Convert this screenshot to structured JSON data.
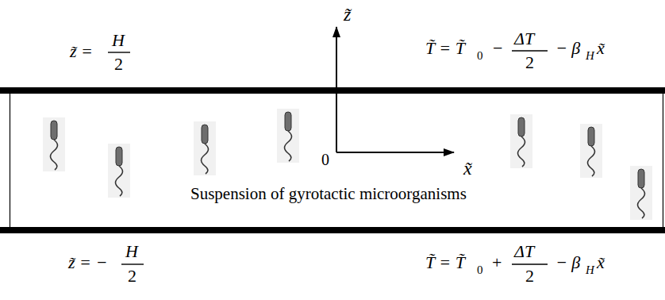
{
  "diagram": {
    "labels": [
      "z̃",
      "z̃ =",
      "H",
      "2",
      "T̃ = T̃",
      "0",
      "−",
      "ΔT",
      "2",
      "− β",
      "H",
      "x̃",
      "0",
      "x̃",
      "Suspension of gyrotactic microorganisms",
      "z̃ = −",
      "H",
      "2",
      "T̃ = T̃",
      "0",
      "+",
      "ΔT",
      "2",
      "− β",
      "H",
      "x̃"
    ]
  }
}
